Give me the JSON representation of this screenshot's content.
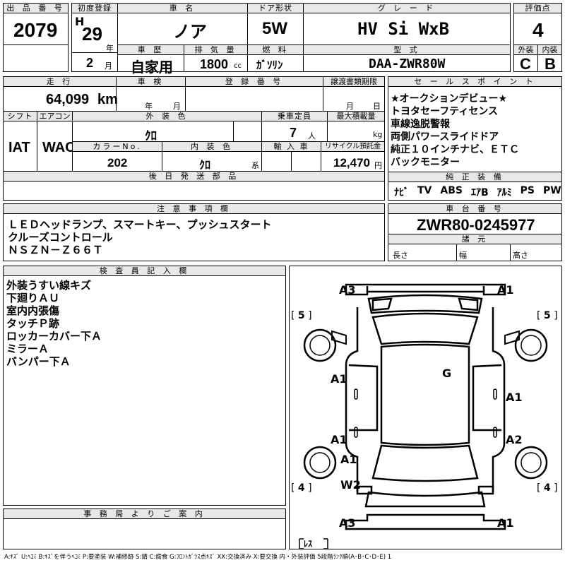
{
  "header": {
    "lot_no_label": "出 品 番 号",
    "lot_no": "2079",
    "first_reg_label": "初度登録",
    "era": "H",
    "year": "29",
    "year_unit": "年",
    "month": "2",
    "month_unit": "月",
    "car_name_label": "車 名",
    "car_name": "ノア",
    "door_label": "ドア形状",
    "door": "5W",
    "grade_label": "グ レ ー ド",
    "grade": "HV Si WxB",
    "score_label": "評価点",
    "score": "4",
    "history_label": "車 歴",
    "history": "自家用",
    "displacement_label": "排 気 量",
    "displacement": "1800",
    "displacement_unit": "cc",
    "fuel_label": "燃 料",
    "fuel": "ｶﾞｿﾘﾝ",
    "model_label": "型 式",
    "model": "DAA-ZWR80W",
    "exterior_label": "外装",
    "exterior": "C",
    "interior_label": "内装",
    "interior": "B"
  },
  "info": {
    "mileage_label": "走 行",
    "mileage": "64,099",
    "mileage_unit": "km",
    "inspection_label": "車 検",
    "inspection_year_unit": "年",
    "inspection_month_unit": "月",
    "reg_no_label": "登 録 番 号",
    "transfer_label": "譲渡書類期限",
    "transfer_month_unit": "月",
    "transfer_day_unit": "日",
    "shift_label": "シフト",
    "shift": "IAT",
    "ac_label": "エアコン",
    "ac": "WAC",
    "ext_color_label": "外 装 色",
    "ext_color": "ｸﾛ",
    "capacity_label": "乗車定員",
    "capacity": "7",
    "capacity_unit": "人",
    "max_load_label": "最大積載量",
    "max_load_unit": "kg",
    "color_no_label": "カラーNo.",
    "color_no": "202",
    "int_color_label": "内 装 色",
    "int_color": "ｸﾛ",
    "int_color_unit": "系",
    "import_label": "輸 入 車",
    "recycle_label": "リサイクル預託金",
    "recycle": "12,470",
    "recycle_unit": "円",
    "later_parts_label": "後 日 発 送 部 品"
  },
  "sales_points": {
    "label": "セ ー ル ス ポ イ ン ト",
    "lines": [
      "★オークションデビュー★",
      "トヨタセーフティセンス",
      "車線逸脱警報",
      "両側パワースライドドア",
      "純正１０インチナビ、ＥＴＣ",
      "バックモニター"
    ]
  },
  "equipment": {
    "label": "純 正 装 備",
    "items": [
      "ﾅﾋﾞ",
      "TV",
      "ABS",
      "ｴｱB",
      "ｱﾙﾐ",
      "PS",
      "PW"
    ]
  },
  "notes": {
    "label": "注 意 事 項 欄",
    "lines": [
      "ＬＥＤヘッドランプ、スマートキー、プッシュスタート",
      "クルーズコントロール",
      "ＮＳＺＮ－Ｚ６６Ｔ"
    ]
  },
  "chassis": {
    "label": "車 台 番 号",
    "number": "ZWR80-0245977",
    "spec_label": "諸 元",
    "length_label": "長さ",
    "width_label": "幅",
    "height_label": "高さ"
  },
  "inspector": {
    "label": "検 査 員 記 入 欄",
    "lines": [
      "外装うすい線キズ",
      "下廻りＡＵ",
      "室内内張傷",
      "タッチＰ跡",
      "ロッカーカバー下Ａ",
      "ミラーＡ",
      "バンパー下Ａ"
    ]
  },
  "office": {
    "label": "事 務 局 よ り ご 案 内"
  },
  "diagram": {
    "marks": {
      "front_left": "A3",
      "front_right": "A1",
      "left_front_bracket": "5",
      "right_front_bracket": "5",
      "left_front_door": "A1",
      "right_front_door": "A1",
      "roof": "G",
      "left_rear_door": "A1",
      "right_rear_door": "A2",
      "left_rocker": "A1",
      "left_rear": "W2",
      "left_rear_bracket": "4",
      "right_rear_bracket": "4",
      "rear_left": "A3",
      "rear_right": "A1",
      "spare": "ﾚｽ"
    }
  },
  "legend": "A:ｷｽﾞ U:ﾍｺﾐ B:ｷｽﾞを伴うﾍｺﾐ P:要塗装 W:補修跡 S:錆 C:腐食 G:ﾌﾛﾝﾄｶﾞﾗｽ点ｷｽﾞ XX:交換済み X:要交換 内・外装評価 5段階ﾗﾝｸ順(A･B･C･D･E) 1"
}
